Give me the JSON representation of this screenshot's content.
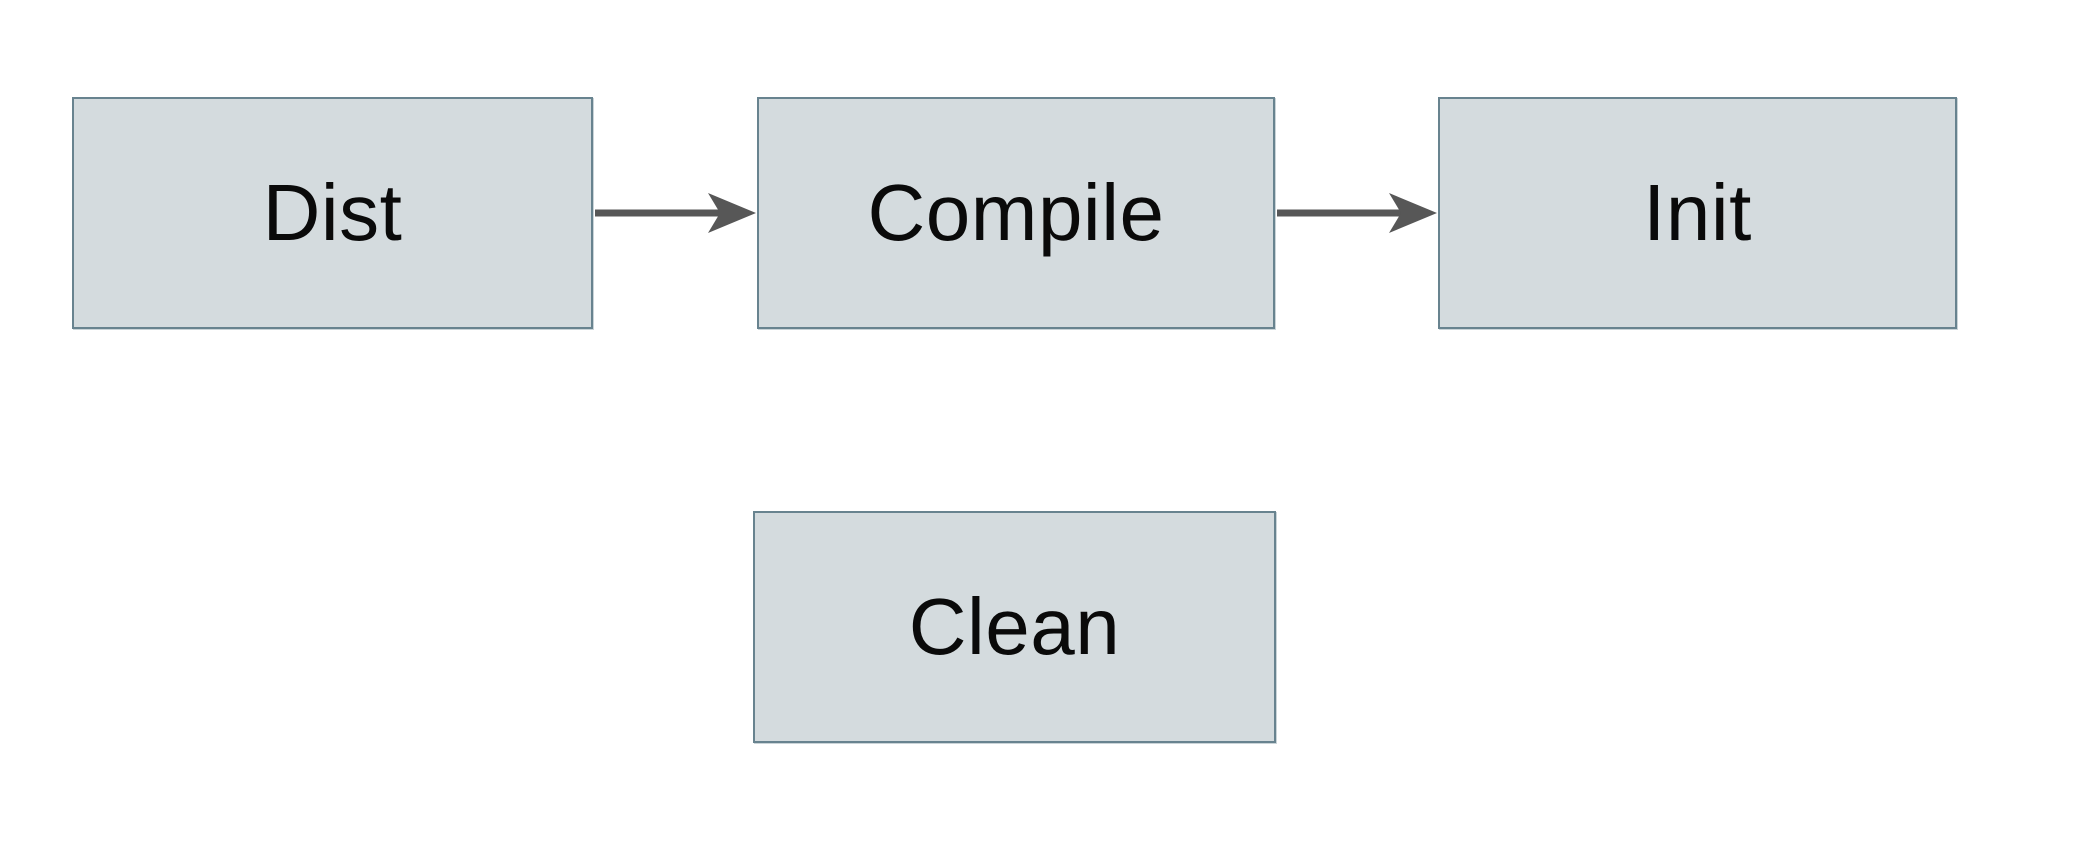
{
  "diagram": {
    "nodes": [
      {
        "id": "dist",
        "label": "Dist"
      },
      {
        "id": "compile",
        "label": "Compile"
      },
      {
        "id": "init",
        "label": "Init"
      },
      {
        "id": "clean",
        "label": "Clean"
      }
    ],
    "edges": [
      {
        "from": "dist",
        "to": "compile"
      },
      {
        "from": "compile",
        "to": "init"
      }
    ],
    "colors": {
      "background": "#ffffff",
      "node_fill": "#d4dbde",
      "node_border": "#68838f",
      "arrow": "#575757",
      "text": "#0a0a0a"
    }
  }
}
